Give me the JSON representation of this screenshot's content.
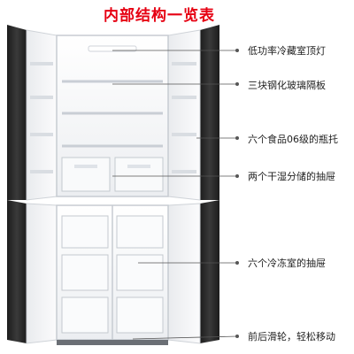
{
  "title": "内部结构一览表",
  "callouts": [
    "低功率冷藏室顶灯",
    "三块钢化玻璃隔板",
    "六个食品06级的瓶托",
    "两个干湿分储的抽屉",
    "六个冷冻室的抽屉",
    "前后滑轮，轻松移动"
  ],
  "colors": {
    "title": "#e60012",
    "door_frame": "#2b2b2b",
    "interior": "#f4f5f7",
    "leader_line": "#555555"
  }
}
